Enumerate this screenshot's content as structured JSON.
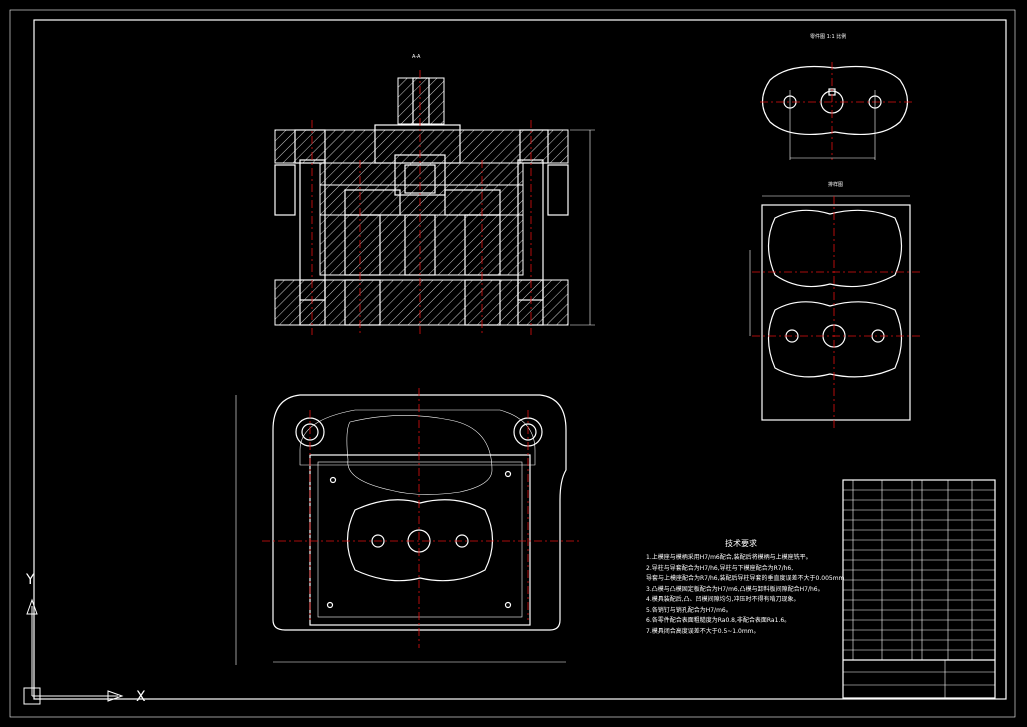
{
  "drawing": {
    "background": "#000000",
    "line_color": "#ffffff",
    "centerline_color": "#e01010"
  },
  "views": {
    "section_label": "A-A",
    "part_view_label": "零件图 1:1 比例",
    "strip_label": "排样图"
  },
  "technical_requirements": {
    "title": "技术要求",
    "lines": [
      "1.上模座与模柄采用H7/m6配合,装配后将模柄与上模座铣平。",
      "2.导柱与导套配合为H7/h6,导柱与下模座配合为R7/h6,",
      "  导套与上模座配合为R7/h6,装配后导柱导套的垂直度误差不大于0.005mm",
      "3.凸模与凸模固定板配合为H7/m6,凸模与卸料板间隙配合H7/h6。",
      "4.模具装配后,凸、凹模间隙均匀,冲压时不得有啃刀现象。",
      "5.各销钉与销孔配合为H7/m6。",
      "6.各零件配合表面粗糙度为Ra0.8,非配合表面Ra1.6。",
      "7.模具闭合高度误差不大于0.5~1.0mm。"
    ]
  },
  "axes_icon": {
    "y_label": "Y",
    "x_label": "X"
  }
}
